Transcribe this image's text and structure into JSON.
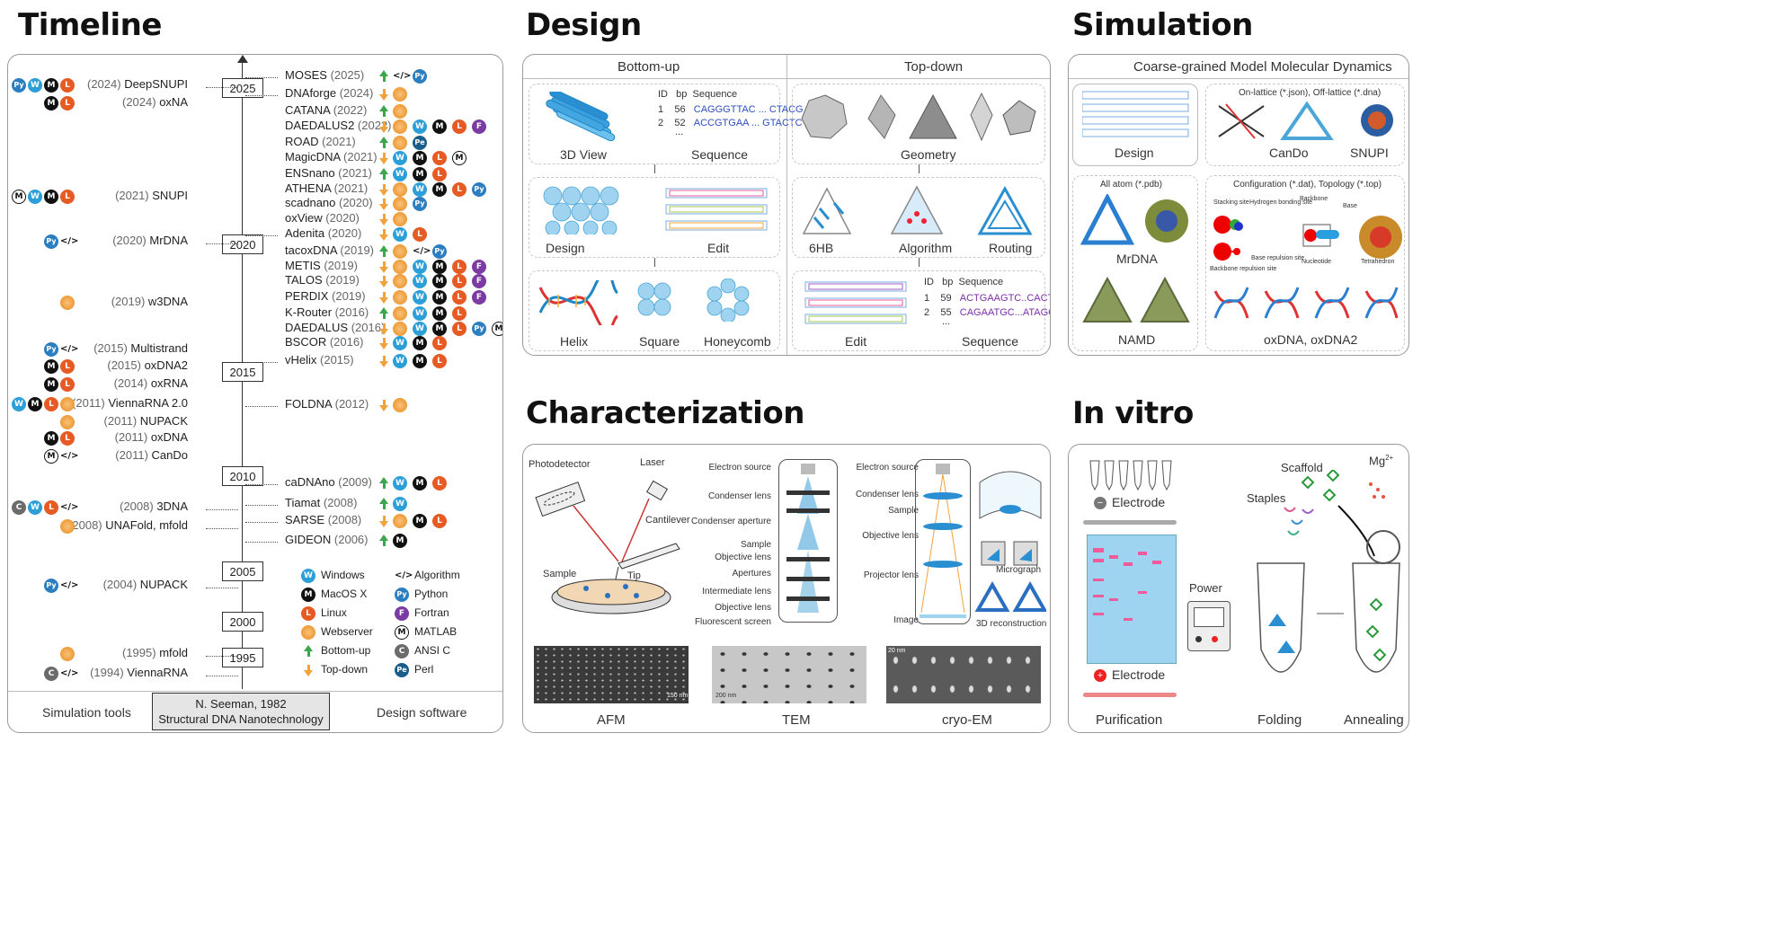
{
  "headings": {
    "timeline": "Timeline",
    "design": "Design",
    "simulation": "Simulation",
    "characterization": "Characterization",
    "invitro": "In vitro"
  },
  "timeline": {
    "years": [
      "2025",
      "2020",
      "2015",
      "2010",
      "2005",
      "2000",
      "1995"
    ],
    "left": [
      {
        "year": "(2024)",
        "name": "DeepSNUPI",
        "icons": [
          "Py",
          "W",
          "M",
          "L"
        ]
      },
      {
        "year": "(2024)",
        "name": "oxNA",
        "icons": [
          "M",
          "L"
        ]
      },
      {
        "year": "(2021)",
        "name": "SNUPI",
        "icons": [
          "ML",
          "W",
          "M",
          "L"
        ]
      },
      {
        "year": "(2020)",
        "name": "MrDNA",
        "icons": [
          "Py",
          "alg"
        ]
      },
      {
        "year": "(2019)",
        "name": "w3DNA",
        "icons": [
          "web"
        ]
      },
      {
        "year": "(2015)",
        "name": "Multistrand",
        "icons": [
          "Py",
          "alg"
        ]
      },
      {
        "year": "(2015)",
        "name": "oxDNA2",
        "icons": [
          "M",
          "L"
        ]
      },
      {
        "year": "(2014)",
        "name": "oxRNA",
        "icons": [
          "M",
          "L"
        ]
      },
      {
        "year": "(2011)",
        "name": "ViennaRNA 2.0",
        "icons": [
          "W",
          "M",
          "L",
          "web"
        ]
      },
      {
        "year": "(2011)",
        "name": "NUPACK",
        "icons": [
          "web"
        ]
      },
      {
        "year": "(2011)",
        "name": "oxDNA",
        "icons": [
          "M",
          "L"
        ]
      },
      {
        "year": "(2011)",
        "name": "CanDo",
        "icons": [
          "ML",
          "alg"
        ]
      },
      {
        "year": "(2008)",
        "name": "3DNA",
        "icons": [
          "C",
          "W",
          "L",
          "alg"
        ]
      },
      {
        "year": "(2008)",
        "name": "UNAFold, mfold",
        "icons": [
          "web"
        ]
      },
      {
        "year": "(2004)",
        "name": "NUPACK",
        "icons": [
          "Py",
          "alg"
        ]
      },
      {
        "year": "(1995)",
        "name": "mfold",
        "icons": [
          "web"
        ]
      },
      {
        "year": "(1994)",
        "name": "ViennaRNA",
        "icons": [
          "C",
          "alg"
        ]
      }
    ],
    "right": [
      {
        "name": "MOSES",
        "year": "(2025)",
        "dir": "up",
        "icons": [
          "alg",
          "Py"
        ]
      },
      {
        "name": "DNAforge",
        "year": "(2024)",
        "dir": "dn",
        "icons": [
          "web"
        ]
      },
      {
        "name": "CATANA",
        "year": "(2022)",
        "dir": "up",
        "icons": [
          "web"
        ]
      },
      {
        "name": "DAEDALUS2",
        "year": "(2022)",
        "dir": "dn",
        "icons": [
          "web",
          "W",
          "M",
          "L",
          "F"
        ]
      },
      {
        "name": "ROAD",
        "year": "(2021)",
        "dir": "up",
        "icons": [
          "web",
          "Pe"
        ]
      },
      {
        "name": "MagicDNA",
        "year": "(2021)",
        "dir": "dn",
        "icons": [
          "W",
          "M",
          "L",
          "ML"
        ]
      },
      {
        "name": "ENSnano",
        "year": "(2021)",
        "dir": "up",
        "icons": [
          "W",
          "M",
          "L"
        ]
      },
      {
        "name": "ATHENA",
        "year": "(2021)",
        "dir": "dn",
        "icons": [
          "web",
          "W",
          "M",
          "L",
          "Py"
        ]
      },
      {
        "name": "scadnano",
        "year": "(2020)",
        "dir": "dn",
        "icons": [
          "web",
          "Py"
        ]
      },
      {
        "name": "oxView",
        "year": "(2020)",
        "dir": "dn",
        "icons": [
          "web"
        ]
      },
      {
        "name": "Adenita",
        "year": "(2020)",
        "dir": "dn",
        "icons": [
          "W",
          "L"
        ]
      },
      {
        "name": "tacoxDNA",
        "year": "(2019)",
        "dir": "up",
        "icons": [
          "web",
          "alg",
          "Py"
        ]
      },
      {
        "name": "METIS",
        "year": "(2019)",
        "dir": "dn",
        "icons": [
          "web",
          "W",
          "M",
          "L",
          "F"
        ]
      },
      {
        "name": "TALOS",
        "year": "(2019)",
        "dir": "dn",
        "icons": [
          "web",
          "W",
          "M",
          "L",
          "F"
        ]
      },
      {
        "name": "PERDIX",
        "year": "(2019)",
        "dir": "dn",
        "icons": [
          "web",
          "W",
          "M",
          "L",
          "F"
        ]
      },
      {
        "name": "K-Router",
        "year": "(2016)",
        "dir": "up",
        "icons": [
          "web",
          "W",
          "M",
          "L"
        ]
      },
      {
        "name": "DAEDALUS",
        "year": "(2016)",
        "dir": "dn",
        "icons": [
          "web",
          "W",
          "M",
          "L",
          "Py",
          "ML"
        ]
      },
      {
        "name": "BSCOR",
        "year": "(2016)",
        "dir": "dn",
        "icons": [
          "W",
          "M",
          "L"
        ]
      },
      {
        "name": "vHelix",
        "year": "(2015)",
        "dir": "dn",
        "icons": [
          "W",
          "M",
          "L"
        ]
      },
      {
        "name": "FOLDNA",
        "year": "(2012)",
        "dir": "dn",
        "icons": [
          "web"
        ]
      },
      {
        "name": "caDNAno",
        "year": "(2009)",
        "dir": "up",
        "icons": [
          "W",
          "M",
          "L"
        ]
      },
      {
        "name": "Tiamat",
        "year": "(2008)",
        "dir": "up",
        "icons": [
          "W"
        ]
      },
      {
        "name": "SARSE",
        "year": "(2008)",
        "dir": "dn",
        "icons": [
          "web",
          "M",
          "L"
        ]
      },
      {
        "name": "GIDEON",
        "year": "(2006)",
        "dir": "up",
        "icons": [
          "M"
        ]
      }
    ],
    "legend": [
      {
        "icon": "W",
        "label": "Windows"
      },
      {
        "icon": "alg",
        "label": "Algorithm"
      },
      {
        "icon": "M",
        "label": "MacOS X"
      },
      {
        "icon": "Py",
        "label": "Python"
      },
      {
        "icon": "L",
        "label": "Linux"
      },
      {
        "icon": "F",
        "label": "Fortran"
      },
      {
        "icon": "web",
        "label": "Webserver"
      },
      {
        "icon": "ML",
        "label": "MATLAB"
      },
      {
        "icon": "up",
        "label": "Bottom-up"
      },
      {
        "icon": "C",
        "label": "ANSI C"
      },
      {
        "icon": "dn",
        "label": "Top-down"
      },
      {
        "icon": "Pe",
        "label": "Perl"
      }
    ],
    "footer": {
      "left": "Simulation tools",
      "center1": "N. Seeman, 1982",
      "center2": "Structural DNA Nanotechnology",
      "right": "Design software"
    }
  },
  "design": {
    "bottomup": "Bottom-up",
    "topdown": "Top-down",
    "view3d": "3D View",
    "sequence": "Sequence",
    "design": "Design",
    "edit": "Edit",
    "helix": "Helix",
    "square": "Square",
    "honeycomb": "Honeycomb",
    "geometry": "Geometry",
    "hb6": "6HB",
    "algorithm": "Algorithm",
    "routing": "Routing",
    "edit2": "Edit",
    "sequence2": "Sequence",
    "seq1": {
      "h": [
        "ID",
        "bp",
        "Sequence"
      ],
      "rows": [
        [
          "1",
          "56",
          "CAGGGTTAC ... CTACG"
        ],
        [
          "2",
          "52",
          "ACCGTGAA ... GTACTC"
        ]
      ],
      "more": "..."
    },
    "seq2": {
      "h": [
        "ID",
        "bp",
        "Sequence"
      ],
      "rows": [
        [
          "1",
          "59",
          "ACTGAAGTC..CACTACG"
        ],
        [
          "2",
          "55",
          "CAGAATGC...ATAGCCAT"
        ]
      ],
      "more": "..."
    }
  },
  "simulation": {
    "title": "Coarse-grained Model Molecular Dynamics",
    "design": "Design",
    "cando": "CanDo",
    "snupi": "SNUPI",
    "lattice": "On-lattice (*.json), Off-lattice (*.dna)",
    "allatom": "All atom (*.pdb)",
    "mrdna": "MrDNA",
    "namd": "NAMD",
    "config": "Configuration (*.dat), Topology (*.top)",
    "stacking": "Stacking site",
    "hbond": "Hydrogen bonding site",
    "backbone": "Backbone",
    "base": "Base",
    "bbrep": "Backbone repulsion site",
    "baserep": "Base repulsion site",
    "nucleotide": "Nucleotide",
    "tetra": "Tetrahedron",
    "oxdna": "oxDNA, oxDNA2"
  },
  "char": {
    "photodetector": "Photodetector",
    "laser": "Laser",
    "cantilever": "Cantilever",
    "sample": "Sample",
    "tip": "Tip",
    "tem_labels": [
      "Electron source",
      "Condenser lens",
      "Condenser aperture",
      "Sample",
      "Objective lens",
      "Apertures",
      "Intermediate lens",
      "Objective lens",
      "Fluorescent screen"
    ],
    "cryo_labels": [
      "Electron source",
      "Condenser lens",
      "Sample",
      "Objective lens",
      "Projector lens",
      "Image"
    ],
    "micrograph": "Micrograph",
    "recon": "3D reconstruction",
    "afm": "AFM",
    "tem": "TEM",
    "cryo": "cryo-EM",
    "scale1": "150 nm",
    "scale2": "200 nm",
    "scale3": "20 nm"
  },
  "invitro": {
    "electrode_neg": "Electrode",
    "electrode_pos": "Electrode",
    "scaffold": "Scaffold",
    "staples": "Staples",
    "mg": "Mg",
    "mgsup": "2+",
    "power": "Power",
    "purification": "Purification",
    "folding": "Folding",
    "annealing": "Annealing"
  }
}
